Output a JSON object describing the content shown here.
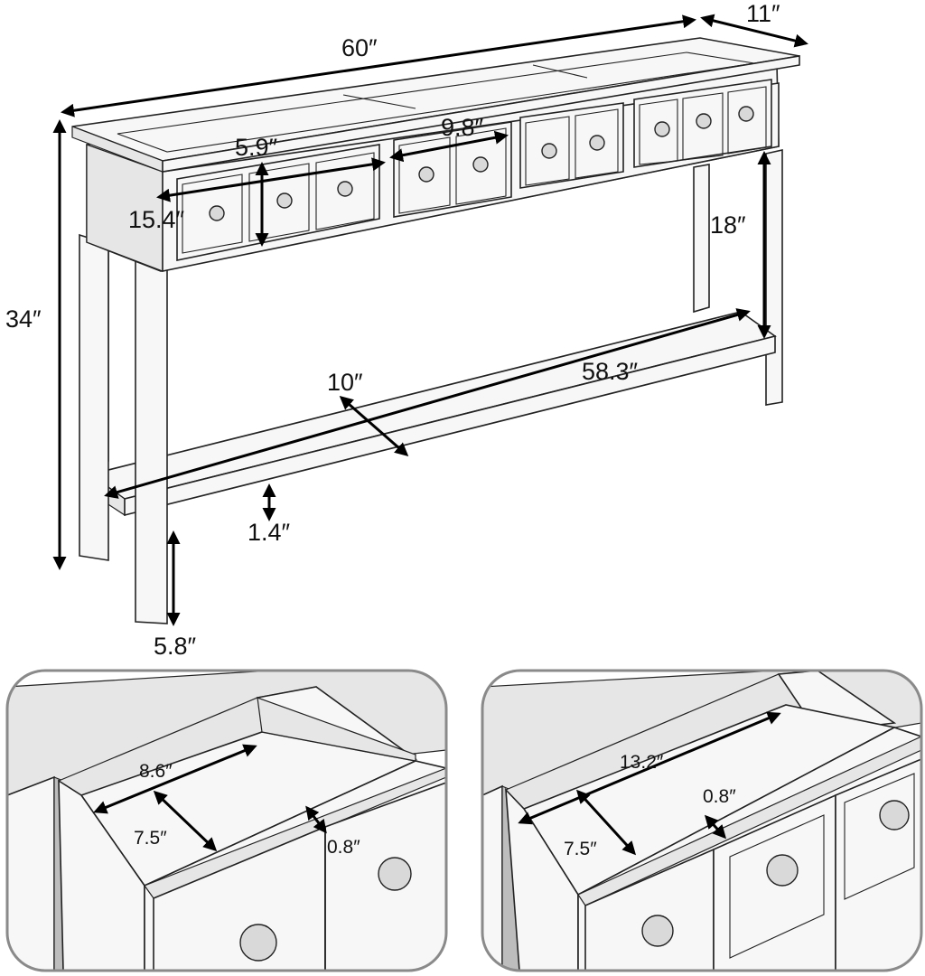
{
  "dimensions": {
    "width": "60″",
    "depth": "11″",
    "height": "34″",
    "drawer_height": "5.9″",
    "drawer_width_left": "15.4″",
    "drawer_width_middle": "9.8″",
    "shelf_clearance": "18″",
    "shelf_length": "58.3″",
    "shelf_depth": "10″",
    "shelf_thickness": "1.4″",
    "leg_clearance": "5.8″"
  },
  "detail_left": {
    "drawer_inner_width": "8.6″",
    "drawer_inner_depth": "7.5″",
    "drawer_wall": "0.8″"
  },
  "detail_right": {
    "drawer_inner_width": "13.2″",
    "drawer_inner_depth": "7.5″",
    "drawer_wall": "0.8″"
  }
}
